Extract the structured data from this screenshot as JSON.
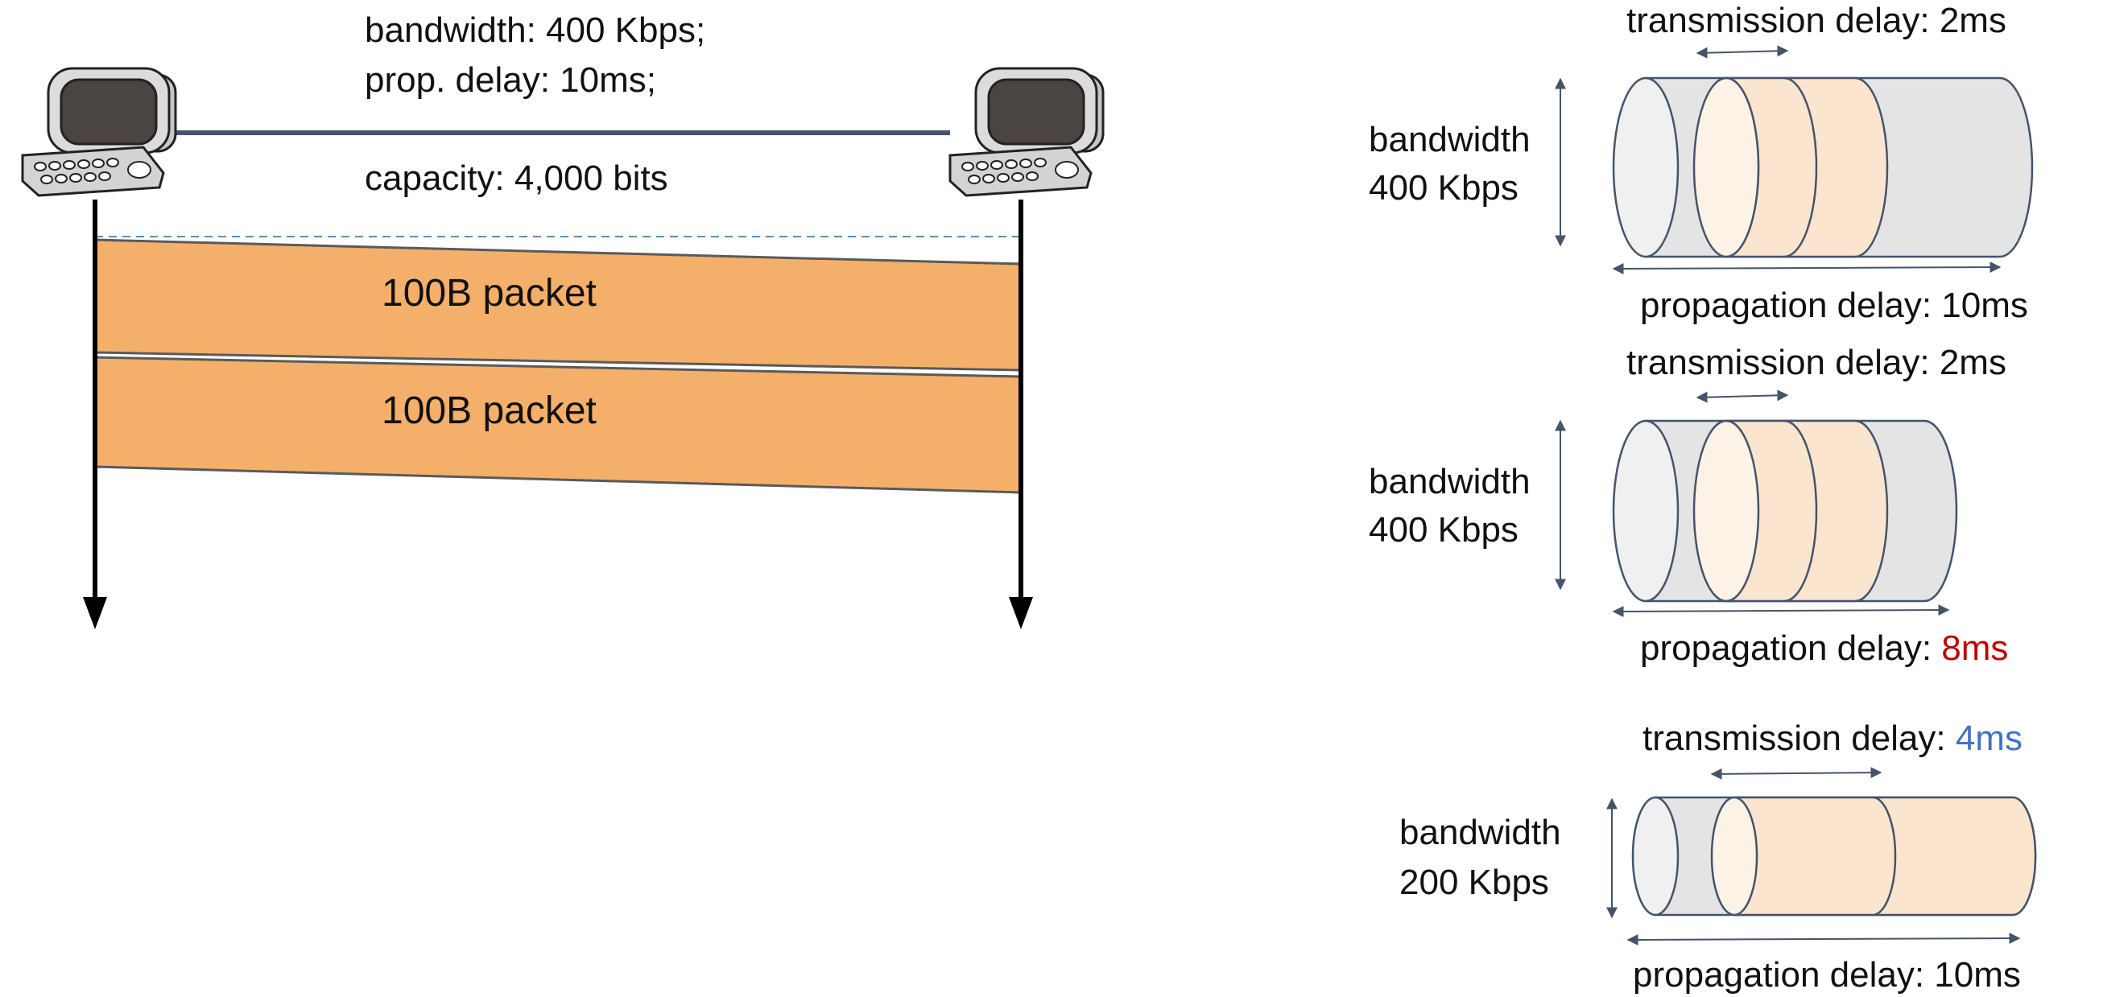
{
  "link": {
    "bandwidth": "bandwidth: 400 Kbps;",
    "prop_delay": "prop. delay: 10ms;",
    "capacity": "capacity: 4,000 bits"
  },
  "packets": [
    {
      "label": "100B packet"
    },
    {
      "label": "100B packet"
    }
  ],
  "pipes": [
    {
      "trans_prefix": "transmission delay: ",
      "trans_value": "2ms",
      "trans_color": "#111111",
      "bw_line1": "bandwidth",
      "bw_line2": "400 Kbps",
      "bw_color": "#111111",
      "prop_prefix": "propagation delay: ",
      "prop_value": "10ms",
      "prop_color": "#111111"
    },
    {
      "trans_prefix": "transmission delay: ",
      "trans_value": "2ms",
      "trans_color": "#111111",
      "bw_line1": "bandwidth",
      "bw_line2": "400 Kbps",
      "bw_color": "#111111",
      "prop_prefix": "propagation delay: ",
      "prop_value": "8ms",
      "prop_color": "#c00000"
    },
    {
      "trans_prefix": "transmission delay: ",
      "trans_value": "4ms",
      "trans_color": "#4472c4",
      "bw_line1": "bandwidth",
      "bw_line2": "200 Kbps",
      "bw_color": "#c00000",
      "prop_prefix": "propagation delay: ",
      "prop_value": "10ms",
      "prop_color": "#111111"
    }
  ],
  "colors": {
    "packet_fill": "#f4b06a",
    "pipe_gray": "#e4e4e4",
    "pipe_peach": "#fbe5ce",
    "pipe_stroke": "#44546a",
    "timeline": "#000000"
  },
  "icons": [
    "computer-icon",
    "computer-icon"
  ]
}
